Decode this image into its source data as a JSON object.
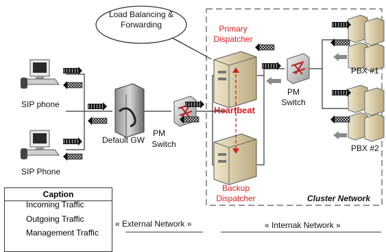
{
  "callout": {
    "text_line1": "Load Balancing &",
    "text_line2": "Forwarding"
  },
  "labels": {
    "primary_line1": "Primary",
    "primary_line2": "Dispatcher",
    "backup_line1": "Backup",
    "backup_line2": "Dispatcher",
    "heartbeat": "Heartbeat",
    "pm_switch_left_line1": "PM",
    "pm_switch_left_line2": "Switch",
    "pm_switch_right_line1": "PM",
    "pm_switch_right_line2": "Switch",
    "default_gw": "Default GW",
    "sip_phone_top": "SIP phone",
    "sip_phone_bottom": "SIP Phone",
    "pbx1": "PBX #1",
    "pbx2": "PBX #2",
    "cluster_network": "Cluster Network",
    "external_network": "« External Network »",
    "internal_network": "« Internak Network »"
  },
  "caption": {
    "title": "Caption",
    "incoming": "Incoming Traffic",
    "outgoing": "Outgoing Traffic",
    "management": "Management Traffic"
  },
  "colors": {
    "heartbeat": "#d42020",
    "dispatcher_label": "#d42020",
    "management_arrow": "#8a8a8a",
    "traffic_arrow": "#222222"
  }
}
